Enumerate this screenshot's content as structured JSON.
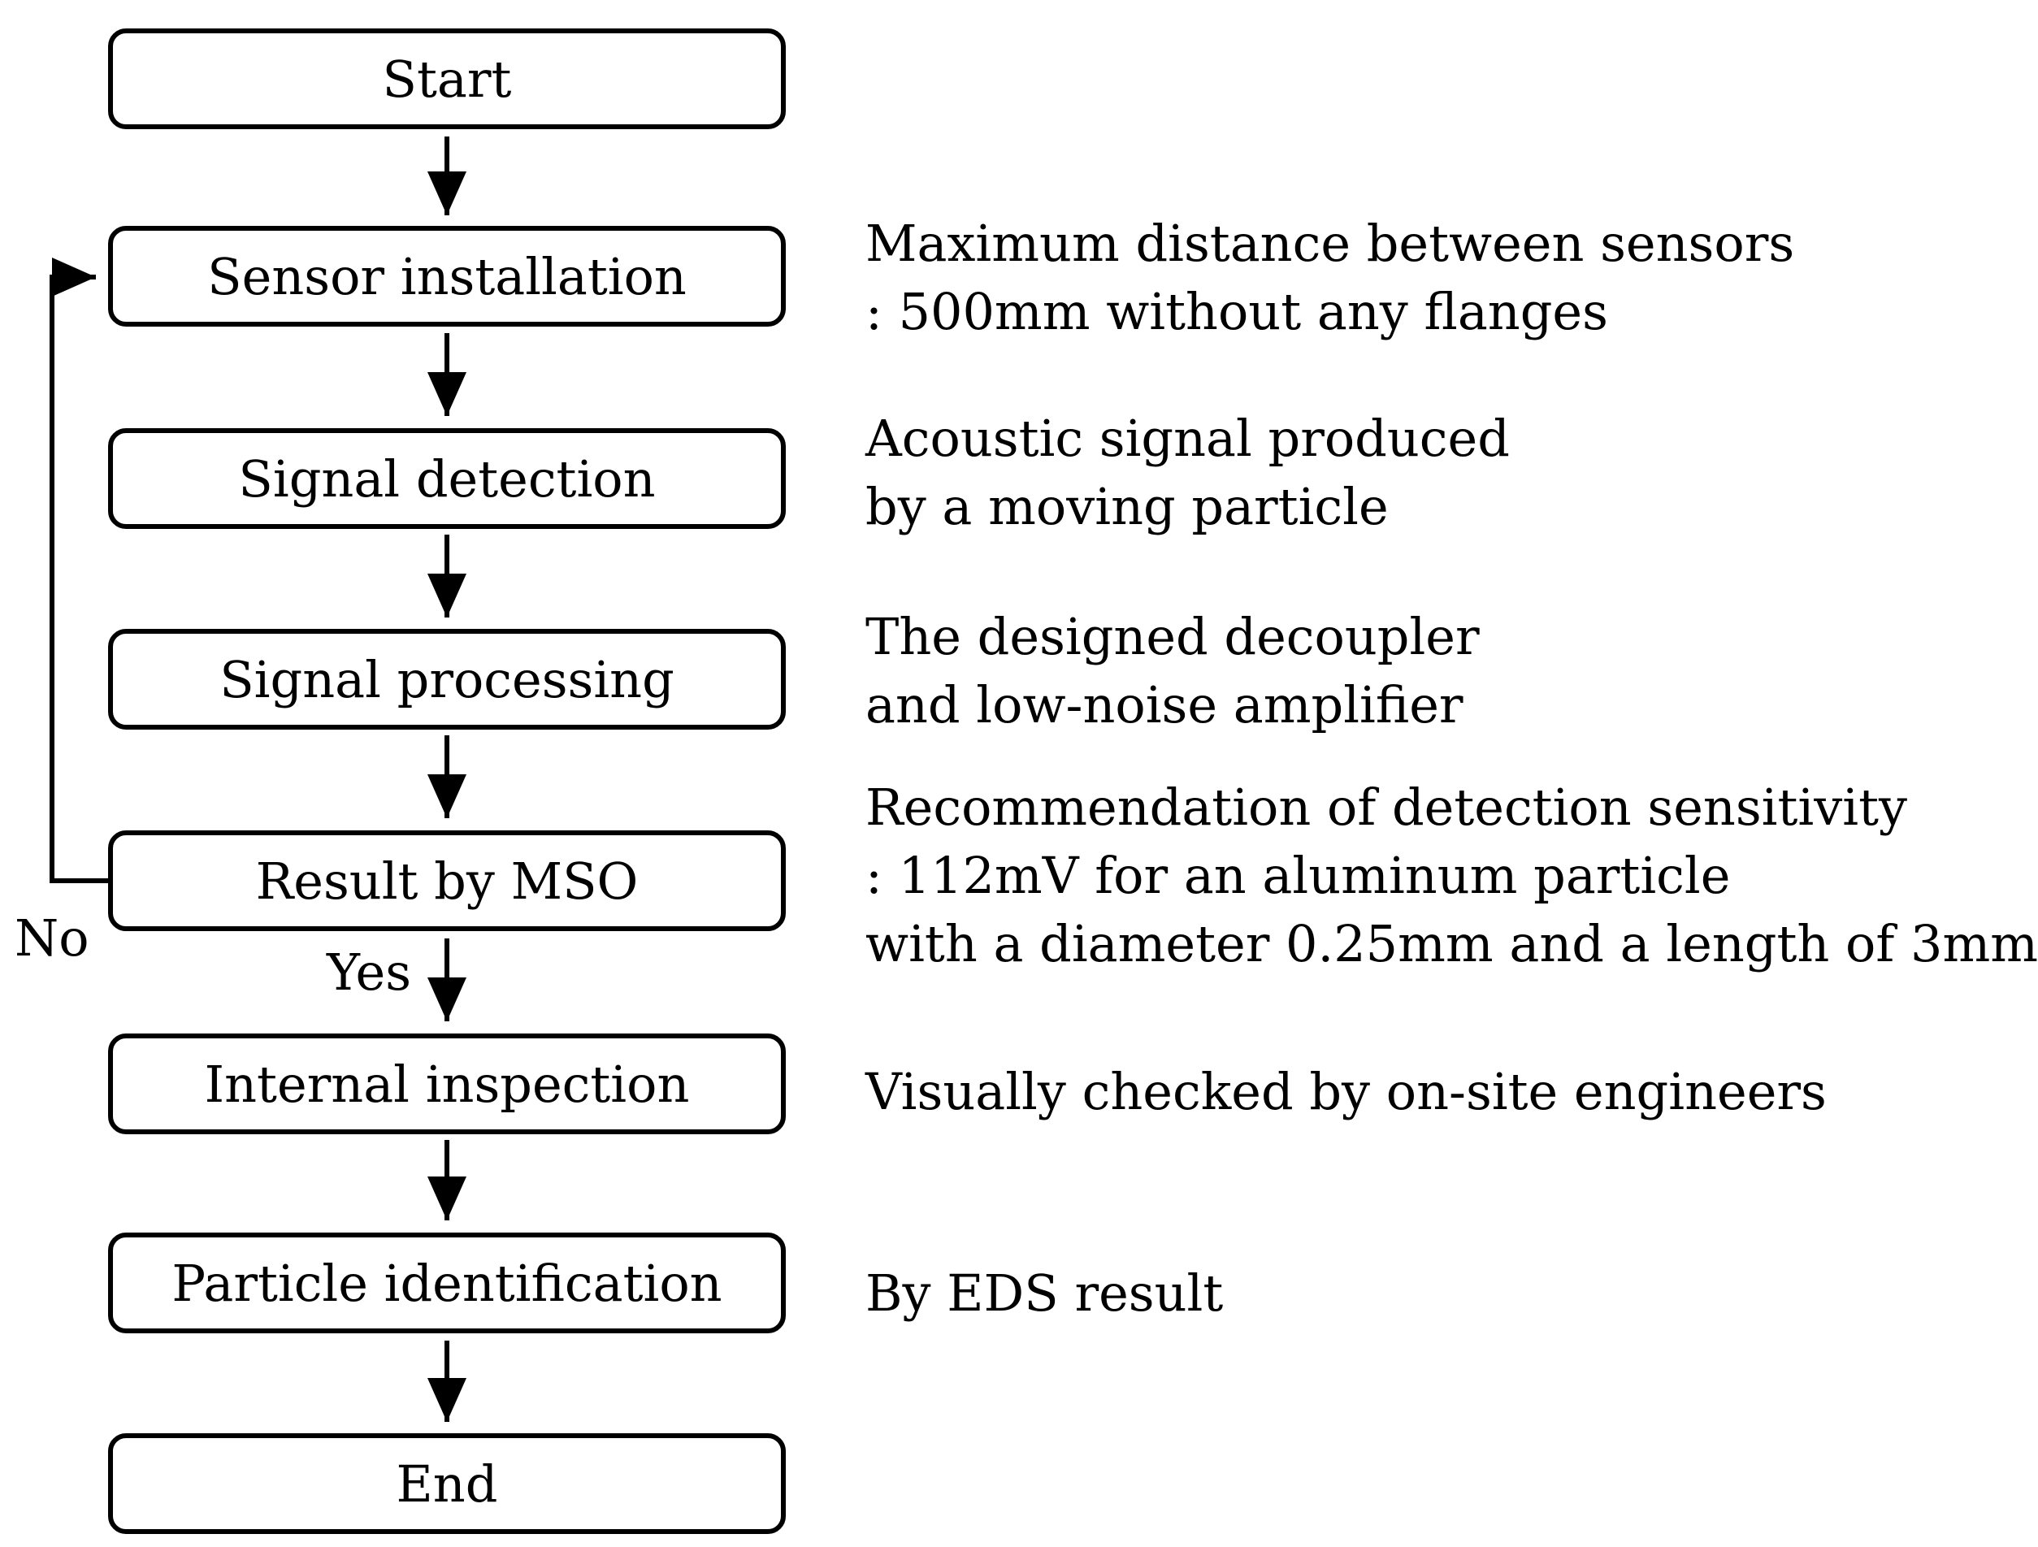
{
  "flowchart": {
    "steps": [
      {
        "id": "start",
        "label": "Start"
      },
      {
        "id": "sensor_installation",
        "label": "Sensor installation"
      },
      {
        "id": "signal_detection",
        "label": "Signal detection"
      },
      {
        "id": "signal_processing",
        "label": "Signal processing"
      },
      {
        "id": "result_by_mso",
        "label": "Result by MSO"
      },
      {
        "id": "internal_inspection",
        "label": "Internal inspection"
      },
      {
        "id": "particle_identification",
        "label": "Particle identification"
      },
      {
        "id": "end",
        "label": "End"
      }
    ],
    "notes": {
      "sensor_installation": [
        "Maximum distance between sensors",
        ": 500mm without any flanges"
      ],
      "signal_detection": [
        "Acoustic signal produced",
        "by a moving particle"
      ],
      "signal_processing": [
        "The designed decoupler",
        "and low-noise amplifier"
      ],
      "result_by_mso": [
        "Recommendation of detection sensitivity",
        ": 112mV for an aluminum particle",
        "with a diameter 0.25mm and a length of 3mm"
      ],
      "internal_inspection": [
        "Visually checked by on-site engineers"
      ],
      "particle_identification": [
        "By EDS result"
      ]
    },
    "branch_labels": {
      "no": "No",
      "yes": "Yes"
    },
    "colors": {
      "stroke": "#000000",
      "background": "#ffffff",
      "text": "#000000"
    }
  }
}
